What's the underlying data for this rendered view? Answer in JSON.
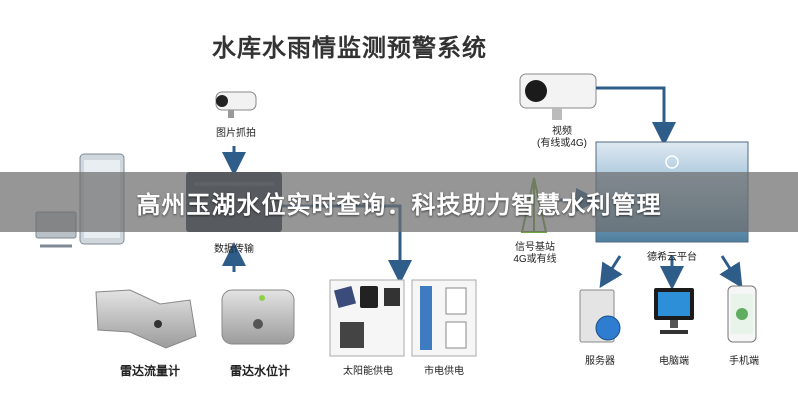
{
  "title": "水库水雨情监测预警系统",
  "banner": "高州玉湖水位实时查询：科技助力智慧水利管理",
  "nodes": {
    "photo_capture": "图片抓拍",
    "video_line1": "视频",
    "video_line2": "(有线或4G)",
    "data_transmission": "数据传输",
    "signal_station_line1": "信号基站",
    "signal_station_line2": "4G或有线",
    "cloud_platform": "德希云平台",
    "server": "服务器",
    "computer": "电脑端",
    "mobile": "手机端",
    "radar_flow": "雷达流量计",
    "radar_level": "雷达水位计",
    "solar_power": "太阳能供电",
    "mains_power": "市电供电"
  },
  "colors": {
    "arrow": "#2f5d8a",
    "device_dark": "#1e2a3a",
    "screen": "#6f9fbe"
  }
}
